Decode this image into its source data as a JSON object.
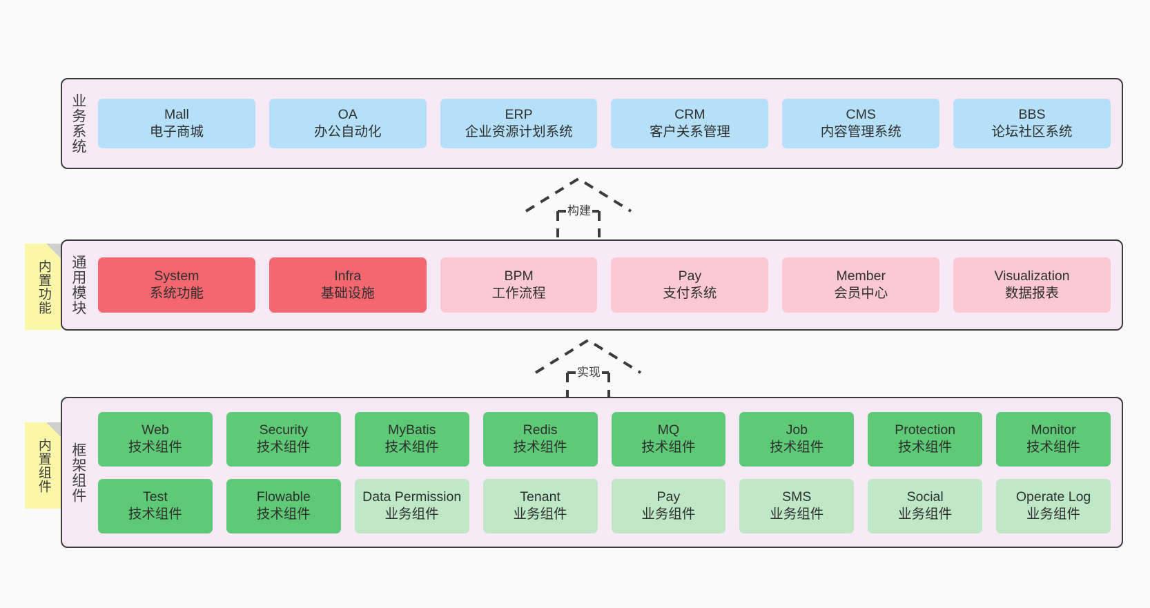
{
  "diagram": {
    "background": "#fafafa",
    "palette": {
      "layer_bg": "#f7eaf6",
      "layer_border": "#3b3b3b",
      "blue": "#b6dffa",
      "red": "#f4676f",
      "pink": "#fcc9d3",
      "green": "#5ec977",
      "light_green": "#bfe8c6",
      "sticky_yellow": "#fbf7a8",
      "sticky_fold": "#cfcfcf"
    }
  },
  "layers": {
    "business": {
      "title": "业务系统",
      "cards": [
        {
          "en": "Mall",
          "cn": "电子商城"
        },
        {
          "en": "OA",
          "cn": "办公自动化"
        },
        {
          "en": "ERP",
          "cn": "企业资源计划系统"
        },
        {
          "en": "CRM",
          "cn": "客户关系管理"
        },
        {
          "en": "CMS",
          "cn": "内容管理系统"
        },
        {
          "en": "BBS",
          "cn": "论坛社区系统"
        }
      ]
    },
    "common": {
      "title": "通用模块",
      "sticky": "内置功能",
      "cards": [
        {
          "en": "System",
          "cn": "系统功能",
          "color": "red"
        },
        {
          "en": "Infra",
          "cn": "基础设施",
          "color": "red"
        },
        {
          "en": "BPM",
          "cn": "工作流程",
          "color": "pink"
        },
        {
          "en": "Pay",
          "cn": "支付系统",
          "color": "pink"
        },
        {
          "en": "Member",
          "cn": "会员中心",
          "color": "pink"
        },
        {
          "en": "Visualization",
          "cn": "数据报表",
          "color": "pink"
        }
      ]
    },
    "framework": {
      "title": "框架组件",
      "sticky": "内置组件",
      "row1": [
        {
          "en": "Web",
          "cn": "技术组件",
          "color": "green"
        },
        {
          "en": "Security",
          "cn": "技术组件",
          "color": "green"
        },
        {
          "en": "MyBatis",
          "cn": "技术组件",
          "color": "green"
        },
        {
          "en": "Redis",
          "cn": "技术组件",
          "color": "green"
        },
        {
          "en": "MQ",
          "cn": "技术组件",
          "color": "green"
        },
        {
          "en": "Job",
          "cn": "技术组件",
          "color": "green"
        },
        {
          "en": "Protection",
          "cn": "技术组件",
          "color": "green"
        },
        {
          "en": "Monitor",
          "cn": "技术组件",
          "color": "green"
        }
      ],
      "row2": [
        {
          "en": "Test",
          "cn": "技术组件",
          "color": "green"
        },
        {
          "en": "Flowable",
          "cn": "技术组件",
          "color": "green"
        },
        {
          "en": "Data Permission",
          "cn": "业务组件",
          "color": "light_green"
        },
        {
          "en": "Tenant",
          "cn": "业务组件",
          "color": "light_green"
        },
        {
          "en": "Pay",
          "cn": "业务组件",
          "color": "light_green"
        },
        {
          "en": "SMS",
          "cn": "业务组件",
          "color": "light_green"
        },
        {
          "en": "Social",
          "cn": "业务组件",
          "color": "light_green"
        },
        {
          "en": "Operate Log",
          "cn": "业务组件",
          "color": "light_green"
        }
      ]
    }
  },
  "connectors": [
    {
      "label": "构建",
      "from": "common",
      "to": "business",
      "style": "dashed-generalization"
    },
    {
      "label": "实现",
      "from": "framework",
      "to": "common",
      "style": "dashed-generalization"
    }
  ]
}
